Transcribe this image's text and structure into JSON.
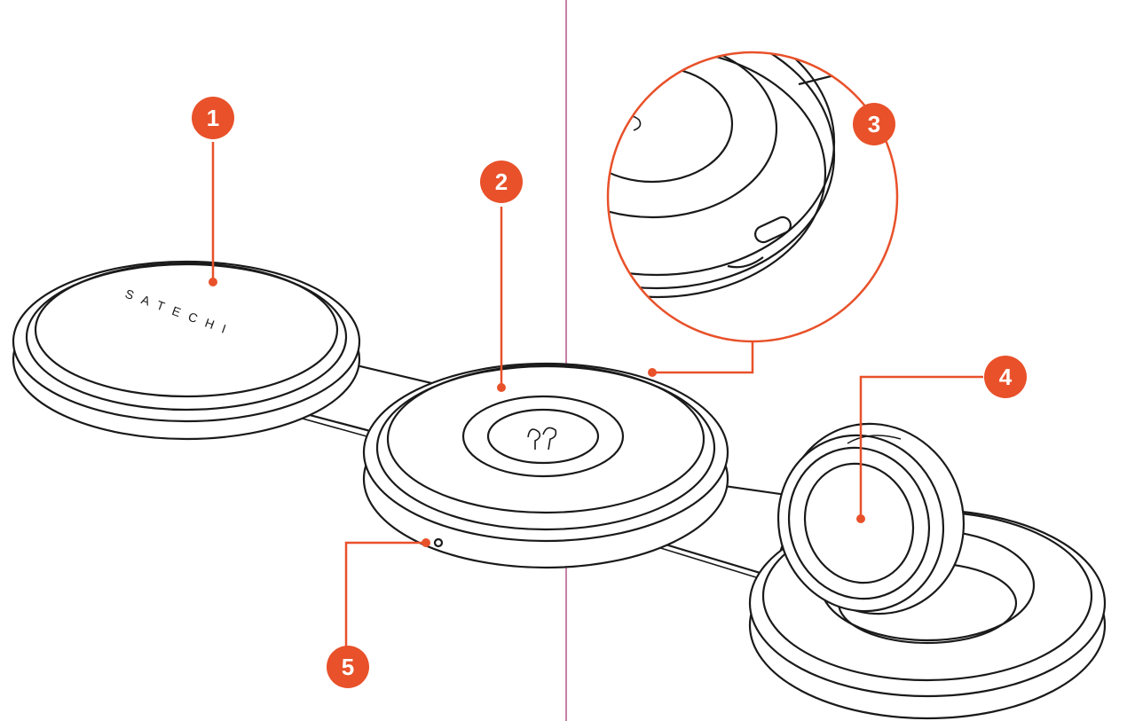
{
  "colors": {
    "accent": "#e8512a",
    "outline": "#1a1a1a",
    "guide": "#a0306b",
    "background": "#ffffff"
  },
  "brand": {
    "text": "SATECHI"
  },
  "callouts": [
    {
      "number": "1",
      "target": "phone-charging-pad"
    },
    {
      "number": "2",
      "target": "earbuds-charging-pad"
    },
    {
      "number": "3",
      "target": "usb-c-port-detail"
    },
    {
      "number": "4",
      "target": "watch-charger-puck"
    },
    {
      "number": "5",
      "target": "led-indicator"
    }
  ],
  "icons": {
    "earbuds": "earbuds-icon"
  }
}
